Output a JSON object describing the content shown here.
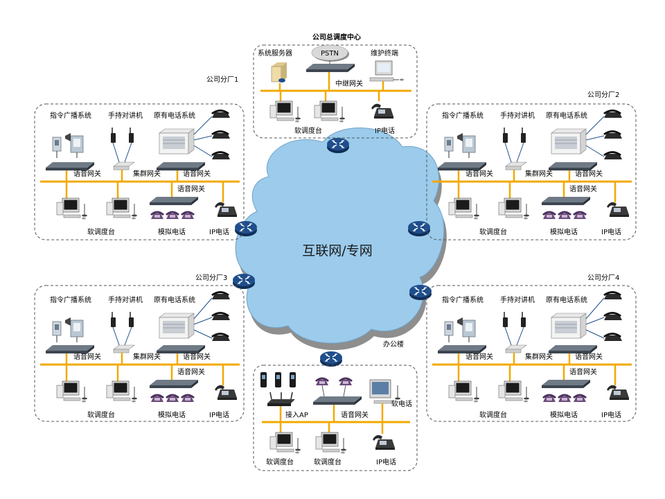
{
  "colors": {
    "bus": "#F2A900",
    "cloud_fill": "#9CCBEB",
    "cloud_shadow": "#8E8E8E",
    "router": "#1F4E8C",
    "border": "#555555"
  },
  "cloud": {
    "label": "互联网/专网"
  },
  "hq": {
    "title": "公司总调度中心",
    "system_server": "系统服务器",
    "pstn": "PSTN",
    "maintenance_terminal": "维护终端",
    "trunk_gateway": "中继网关",
    "dispatch_console": "软调度台",
    "ip_phone": "IP电话"
  },
  "branches": [
    {
      "title": "公司分厂1",
      "broadcast": "指令广播系统",
      "walkie": "手持对讲机",
      "legacy_phone": "原有电话系统",
      "voice_gw_a": "语音网关",
      "trunk_gw": "集群网关",
      "voice_gw_b": "语音网关",
      "voice_gw_c": "语音网关",
      "dispatch_console": "软调度台",
      "analog_phone": "模拟电话",
      "ip_phone": "IP电话"
    },
    {
      "title": "公司分厂2",
      "broadcast": "指令广播系统",
      "walkie": "手持对讲机",
      "legacy_phone": "原有电话系统",
      "voice_gw_a": "语音网关",
      "trunk_gw": "集群网关",
      "voice_gw_b": "语音网关",
      "voice_gw_c": "语音网关",
      "dispatch_console": "软调度台",
      "analog_phone": "模拟电话",
      "ip_phone": "IP电话"
    },
    {
      "title": "公司分厂3",
      "broadcast": "指令广播系统",
      "walkie": "手持对讲机",
      "legacy_phone": "原有电话系统",
      "voice_gw_a": "语音网关",
      "trunk_gw": "集群网关",
      "voice_gw_b": "语音网关",
      "voice_gw_c": "语音网关",
      "dispatch_console": "软调度台",
      "analog_phone": "模拟电话",
      "ip_phone": "IP电话"
    },
    {
      "title": "公司分厂4",
      "broadcast": "指令广播系统",
      "walkie": "手持对讲机",
      "legacy_phone": "原有电话系统",
      "voice_gw_a": "语音网关",
      "trunk_gw": "集群网关",
      "voice_gw_b": "语音网关",
      "voice_gw_c": "语音网关",
      "dispatch_console": "软调度台",
      "analog_phone": "模拟电话",
      "ip_phone": "IP电话"
    }
  ],
  "office": {
    "title": "办公楼",
    "access_ap": "接入AP",
    "voice_gateway": "语音网关",
    "remote_phone": "软电话",
    "console_a": "软调度台",
    "console_b": "软调度台",
    "ip_phone": "IP电话"
  }
}
